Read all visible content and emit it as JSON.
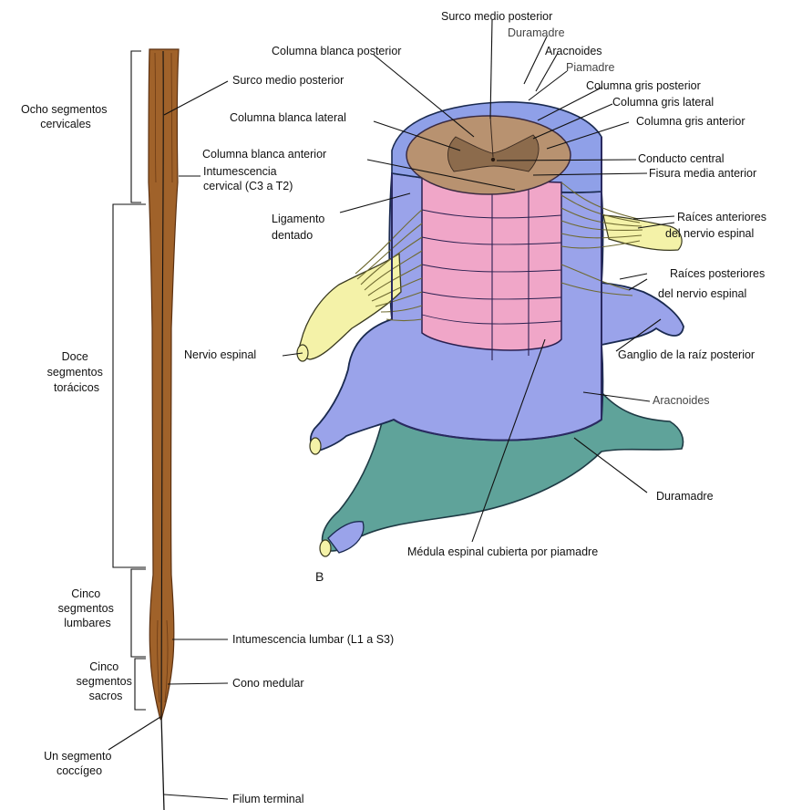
{
  "left_panel": {
    "region_labels": [
      [
        "Ocho segmentos",
        "cervicales"
      ],
      [
        "Doce",
        "segmentos",
        "torácicos"
      ],
      [
        "Cinco",
        "segmentos",
        "lumbares"
      ],
      [
        "Cinco",
        "segmentos",
        "sacros"
      ],
      [
        "Un segmento",
        "coccígeo"
      ]
    ],
    "structure_labels": [
      [
        "Surco medio posterior"
      ],
      [
        "Intumescencia",
        "cervical (C3 a T2)"
      ],
      [
        "Intumescencia lumbar (L1 a S3)"
      ],
      [
        "Cono medular"
      ],
      [
        "Filum terminal"
      ]
    ]
  },
  "right_panel": {
    "panel_letter": "B",
    "labels": [
      [
        "Surco medio posterior"
      ],
      [
        "Duramadre"
      ],
      [
        "Columna blanca posterior"
      ],
      [
        "Aracnoides"
      ],
      [
        "Piamadre"
      ],
      [
        "Columna gris posterior"
      ],
      [
        "Columna gris lateral"
      ],
      [
        "Columna blanca lateral"
      ],
      [
        "Columna gris anterior"
      ],
      [
        "Conducto central"
      ],
      [
        "Columna blanca anterior"
      ],
      [
        "Fisura media anterior"
      ],
      [
        "Ligamento",
        "dentado"
      ],
      [
        "Raíces anteriores",
        "del nervio espinal"
      ],
      [
        "Raíces posteriores",
        "del nervio espinal"
      ],
      [
        "Nervio espinal"
      ],
      [
        "Ganglio de la raíz posterior"
      ],
      [
        "Aracnoides"
      ],
      [
        "Duramadre"
      ],
      [
        "Médula espinal cubierta por piamadre"
      ]
    ]
  },
  "colors": {
    "cord_brown": "#a0622a",
    "cord_dark": "#6b3a14",
    "dura_teal": "#5fa39a",
    "arachnoid_blue": "#9aa3ea",
    "pia_pink": "#f0a6c8",
    "gray_matter": "#b89270",
    "nerve_yellow": "#f4f2a8",
    "dark_outline": "#1a2a50"
  }
}
